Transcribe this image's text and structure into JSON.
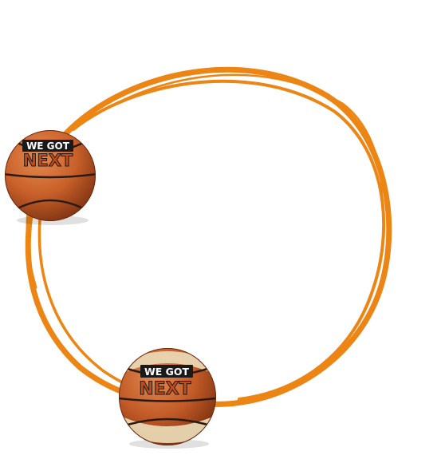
{
  "graphic": {
    "ring_color": "#ec8514",
    "ball_color": "#c8602a",
    "ball_shadow_color": "#8a3a15",
    "seam_color": "#2a1a12",
    "cream_stripe_color": "#e9d7b3",
    "label_bg_color": "#1a1a1a",
    "label_text_color": "#ffffff",
    "next_text_color": "#c64a18",
    "icon": "basketball-icon"
  },
  "ball_left": {
    "line1": "WE GOT",
    "line2": "NEXT"
  },
  "ball_bottom": {
    "line1": "WE GOT",
    "line2": "NEXT"
  }
}
